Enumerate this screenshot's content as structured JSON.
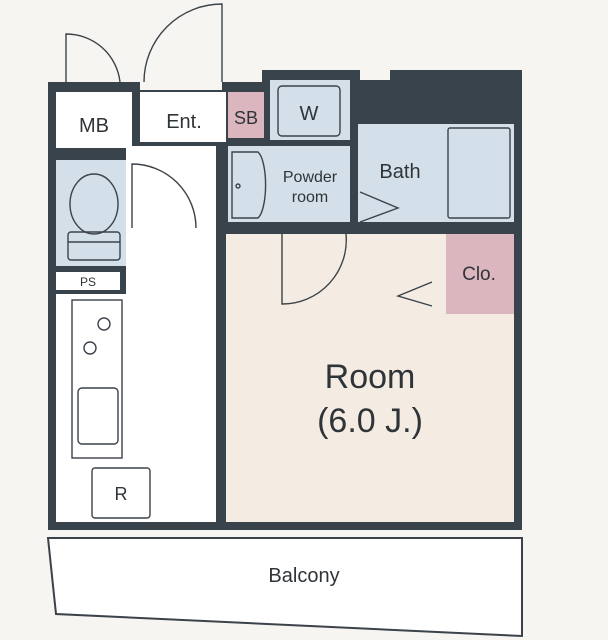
{
  "colors": {
    "wall": "#39434c",
    "floor": "#ffffff",
    "room_floor": "#f4ece2",
    "wet_area": "#d3e0e9",
    "closet": "#dcb6bf",
    "shoe_box": "#dcb6bf",
    "line": "#3b4249",
    "background": "#f6f5f1"
  },
  "icons": {
    "toilet": "toilet-icon",
    "sink": "washbasin-icon",
    "stove": "gas-stove-icon",
    "kitchen_sink": "kitchen-sink-icon",
    "bathtub": "bathtub-icon"
  },
  "labels": {
    "mb": "MB",
    "entrance": "Ent.",
    "shoe_box": "SB",
    "washer": "W",
    "powder_line1": "Powder",
    "powder_line2": "room",
    "bath": "Bath",
    "closet": "Clo.",
    "ps": "PS",
    "room_line1": "Room",
    "room_line2": "(6.0 J.)",
    "refrigerator": "R",
    "balcony": "Balcony"
  }
}
